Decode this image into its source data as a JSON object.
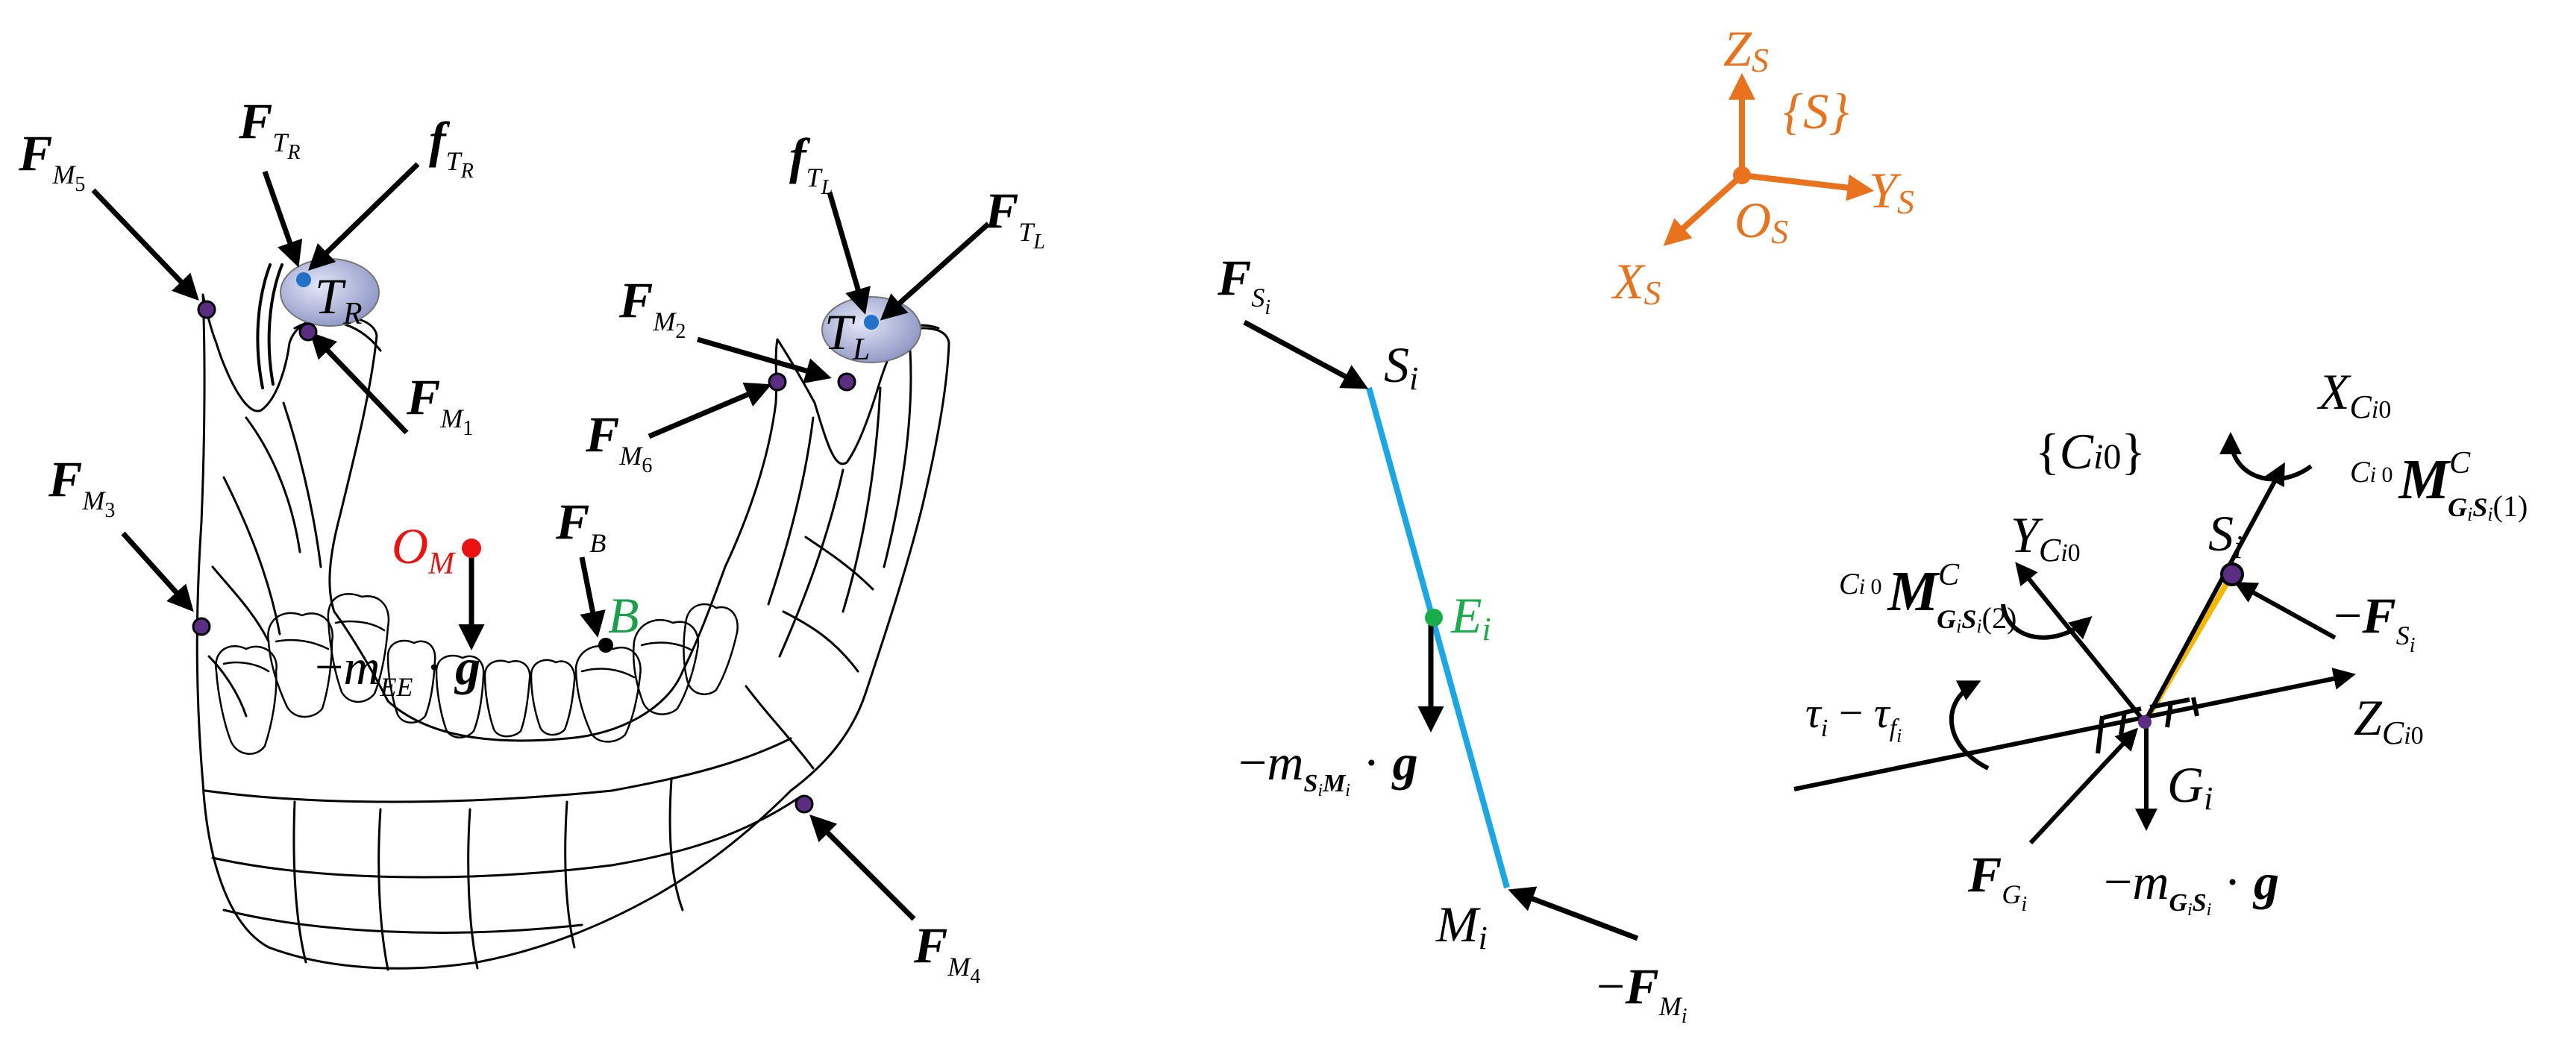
{
  "colors": {
    "ink": "#000000",
    "frame": "#e8731c",
    "link": "#1aa7e6",
    "link_g": "#f5b800",
    "pt_e": "#1aae4a",
    "pt_b": "#19a04a",
    "pt_o": "#ee1111",
    "marker": "#5a2d82",
    "tmj": "#bcc2e6",
    "blue_dot": "#2371c8"
  },
  "icons": {
    "attach": "circle-marker-icon",
    "arrow": "arrowhead-icon",
    "moment": "curved-arrow-icon"
  },
  "jaw": {
    "fm5": {
      "F": "F",
      "sub": "M",
      "subsub": "5"
    },
    "ftr": {
      "F": "F",
      "sub": "T",
      "subsub": "R"
    },
    "ftr_small": {
      "F": "f",
      "sub": "T",
      "subsub": "R"
    },
    "tr": {
      "main": "T",
      "sub": "R"
    },
    "fm1": {
      "F": "F",
      "sub": "M",
      "subsub": "1"
    },
    "fm3": {
      "F": "F",
      "sub": "M",
      "subsub": "3"
    },
    "om": {
      "main": "O",
      "sub": "M"
    },
    "gravity": {
      "minus": "−",
      "m": "m",
      "sub": "EE",
      "dot": " · ",
      "g": "g"
    },
    "fb": {
      "F": "F",
      "sub": "B"
    },
    "b": {
      "main": "B"
    },
    "fm2": {
      "F": "F",
      "sub": "M",
      "subsub": "2"
    },
    "fm6": {
      "F": "F",
      "sub": "M",
      "subsub": "6"
    },
    "ftl_small": {
      "F": "f",
      "sub": "T",
      "subsub": "L"
    },
    "ftl": {
      "F": "F",
      "sub": "T",
      "subsub": "L"
    },
    "tl": {
      "main": "T",
      "sub": "L"
    },
    "fm4": {
      "F": "F",
      "sub": "M",
      "subsub": "4"
    }
  },
  "link_model": {
    "fs": {
      "F": "F",
      "sub": "S",
      "subsub": "i"
    },
    "s": {
      "main": "S",
      "sub": "i"
    },
    "e": {
      "main": "E",
      "sub": "i"
    },
    "gravity": {
      "minus": "−",
      "m": "m",
      "sub": "S",
      "subsub1": "i",
      "sub2": "M",
      "subsub2": "i",
      "dot": " · ",
      "g": "g"
    },
    "m": {
      "main": "M",
      "sub": "i"
    },
    "fm": {
      "minus": "−",
      "F": "F",
      "sub": "M",
      "subsub": "i"
    }
  },
  "frame_s": {
    "z": {
      "main": "Z",
      "sub": "S"
    },
    "set": "{S}",
    "y": {
      "main": "Y",
      "sub": "S"
    },
    "o": {
      "main": "O",
      "sub": "S"
    },
    "x": {
      "main": "X",
      "sub": "S"
    }
  },
  "g_model": {
    "set": {
      "open": "{",
      "C": "C",
      "i": "i",
      "zero": "0",
      "close": "}"
    },
    "x": {
      "main": "X",
      "sub": "C",
      "subi": "i",
      "sub0": "0"
    },
    "mc1": {
      "pre": "C",
      "prei": "i",
      "pre0": " 0",
      "M": "M",
      "sup": "C",
      "sub": "G",
      "subi": "i",
      "sub2": "S",
      "subi2": "i",
      "arg": "(1)"
    },
    "y": {
      "main": "Y",
      "sub": "C",
      "subi": "i",
      "sub0": "0"
    },
    "s": {
      "main": "S",
      "sub": "i"
    },
    "mc2": {
      "pre": "C",
      "prei": "i",
      "pre0": " 0",
      "M": "M",
      "sup": "C",
      "sub": "G",
      "subi": "i",
      "sub2": "S",
      "subi2": "i",
      "arg": "(2)"
    },
    "fs": {
      "minus": "−",
      "F": "F",
      "sub": "S",
      "subsub": "i"
    },
    "tau": {
      "t1": "τ",
      "s1": "i",
      "minus": " − ",
      "t2": "τ",
      "s2": "f",
      "s3": "i"
    },
    "z": {
      "main": "Z",
      "sub": "C",
      "subi": "i",
      "sub0": "0"
    },
    "g": {
      "main": "G",
      "sub": "i"
    },
    "fg": {
      "F": "F",
      "sub": "G",
      "subsub": "i"
    },
    "gravity": {
      "minus": "−",
      "m": "m",
      "sub": "G",
      "subsub1": "i",
      "sub2": "S",
      "subsub2": "i",
      "dot": " · ",
      "g": "g"
    }
  }
}
